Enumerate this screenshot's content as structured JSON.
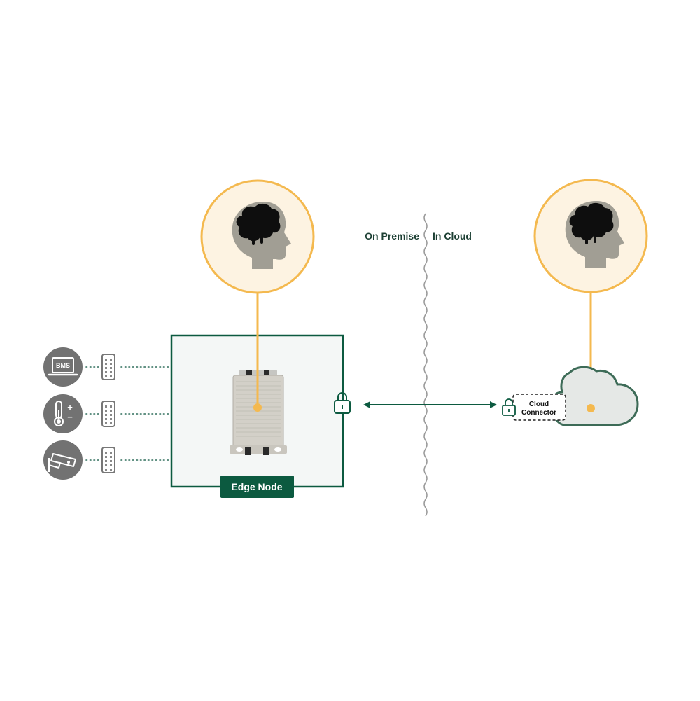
{
  "labels": {
    "on_premise": "On Premise",
    "in_cloud": "In Cloud",
    "edge_node": "Edge Node",
    "cloud_connector_line1": "Cloud",
    "cloud_connector_line2": "Connector",
    "bms": "BMS",
    "thermo_plus": "+",
    "thermo_minus": "−"
  },
  "colors": {
    "edge_green": "#0c5a40",
    "edge_fill": "#f4f7f6",
    "orange": "#f4b94f",
    "circle_fill": "#fdf3e2",
    "head_gray": "#a19e94",
    "icon_gray": "#727272",
    "cloud_fill": "#e5e8e6"
  },
  "icons": [
    "head-brain-icon",
    "bms-monitor-icon",
    "thermometer-icon",
    "security-camera-icon",
    "connector-icon",
    "lock-icon",
    "cloud-icon"
  ]
}
